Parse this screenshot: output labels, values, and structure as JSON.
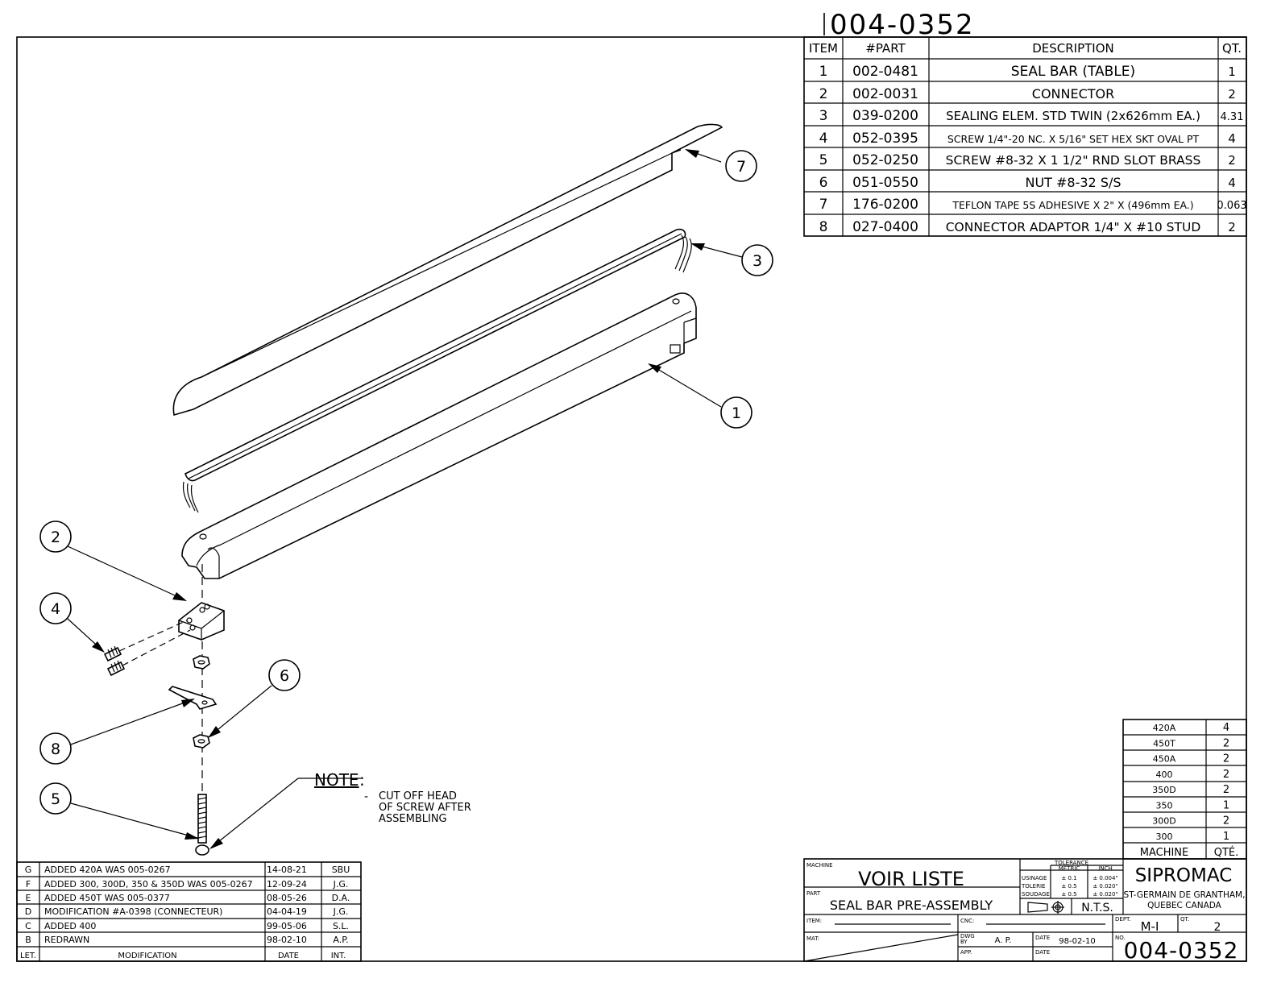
{
  "drawing_number_top": "004-0352",
  "bom": {
    "headers": {
      "item": "ITEM",
      "part": "#PART",
      "description": "DESCRIPTION",
      "qty": "QT."
    },
    "rows": [
      {
        "item": "1",
        "part": "002-0481",
        "description": "SEAL  BAR  (TABLE)",
        "qty": "1"
      },
      {
        "item": "2",
        "part": "002-0031",
        "description": "CONNECTOR",
        "qty": "2"
      },
      {
        "item": "3",
        "part": "039-0200",
        "description": "SEALING  ELEM.  STD  TWIN  (2x626mm  EA.)",
        "qty": "4.31"
      },
      {
        "item": "4",
        "part": "052-0395",
        "description": "SCREW  1/4\"-20  NC.  X  5/16\"  SET  HEX  SKT  OVAL  PT",
        "qty": "4"
      },
      {
        "item": "5",
        "part": "052-0250",
        "description": "SCREW  #8-32  X  1  1/2\"  RND  SLOT  BRASS",
        "qty": "2"
      },
      {
        "item": "6",
        "part": "051-0550",
        "description": "NUT  #8-32  S/S",
        "qty": "4"
      },
      {
        "item": "7",
        "part": "176-0200",
        "description": "TEFLON  TAPE  5S  ADHESIVE  X  2\"  X  (496mm  EA.)",
        "qty": "0.063"
      },
      {
        "item": "8",
        "part": "027-0400",
        "description": "CONNECTOR  ADAPTOR  1/4\"  X  #10  STUD",
        "qty": "2"
      }
    ]
  },
  "callouts": [
    "1",
    "2",
    "3",
    "4",
    "5",
    "6",
    "7",
    "8"
  ],
  "note": {
    "title": "NOTE",
    "colon": ":",
    "dash": "-",
    "lines": [
      "CUT  OFF  HEAD",
      "OF  SCREW  AFTER",
      "ASSEMBLING"
    ]
  },
  "machine_table": {
    "rows": [
      {
        "machine": "420A",
        "qty": "4"
      },
      {
        "machine": "450T",
        "qty": "2"
      },
      {
        "machine": "450A",
        "qty": "2"
      },
      {
        "machine": "400",
        "qty": "2"
      },
      {
        "machine": "350D",
        "qty": "2"
      },
      {
        "machine": "350",
        "qty": "1"
      },
      {
        "machine": "300D",
        "qty": "2"
      },
      {
        "machine": "300",
        "qty": "1"
      }
    ],
    "header_machine": "MACHINE",
    "header_qty": "QTÉ."
  },
  "revisions": {
    "rows": [
      {
        "let": "G",
        "mod": "ADDED  420A  WAS  005-0267",
        "date": "14-08-21",
        "int": "SBU"
      },
      {
        "let": "F",
        "mod": "ADDED  300,  300D,  350  &  350D  WAS  005-0267",
        "date": "12-09-24",
        "int": "J.G."
      },
      {
        "let": "E",
        "mod": "ADDED  450T  WAS  005-0377",
        "date": "08-05-26",
        "int": "D.A."
      },
      {
        "let": "D",
        "mod": "MODIFICATION  #A-0398  (CONNECTEUR)",
        "date": "04-04-19",
        "int": "J.G."
      },
      {
        "let": "C",
        "mod": "ADDED  400",
        "date": "99-05-06",
        "int": "S.L."
      },
      {
        "let": "B",
        "mod": "REDRAWN",
        "date": "98-02-10",
        "int": "A.P."
      }
    ],
    "header_let": "LET.",
    "header_mod": "MODIFICATION",
    "header_date": "DATE",
    "header_int": "INT."
  },
  "title_block": {
    "machine_label": "MACHINE",
    "machine_value": "VOIR  LISTE",
    "part_label": "PART",
    "part_value": "SEAL  BAR  PRE-ASSEMBLY",
    "tolerance": {
      "title": "TOLERANCE",
      "metric": "METRIC",
      "inch": "INCH",
      "rows": [
        {
          "label": "USINAGE",
          "metric": "± 0.1",
          "inch": "± 0.004\""
        },
        {
          "label": "TOLERIE",
          "metric": "± 0.5",
          "inch": "± 0.020\""
        },
        {
          "label": "SOUDAGE",
          "metric": "± 0.5",
          "inch": "± 0.020\""
        }
      ]
    },
    "scale": "N.T.S.",
    "company": "SIPROMAC",
    "address1": "ST-GERMAIN  DE  GRANTHAM,",
    "address2": "QUEBEC  CANADA",
    "item_label": "ITEM:",
    "cnc_label": "CNC:",
    "dept_label": "DEPT.",
    "dept_value": "M-I",
    "qt_label": "QT.",
    "qt_value": "2",
    "mat_label": "MAT:",
    "dwg_by_label1": "DWG",
    "dwg_by_label2": "BY",
    "dwg_by_value": "A.  P.",
    "date_label": "DATE",
    "date_value": "98-02-10",
    "app_label": "APP.",
    "date2_label": "DATE",
    "no_label": "NO.",
    "number": "004-0352"
  }
}
